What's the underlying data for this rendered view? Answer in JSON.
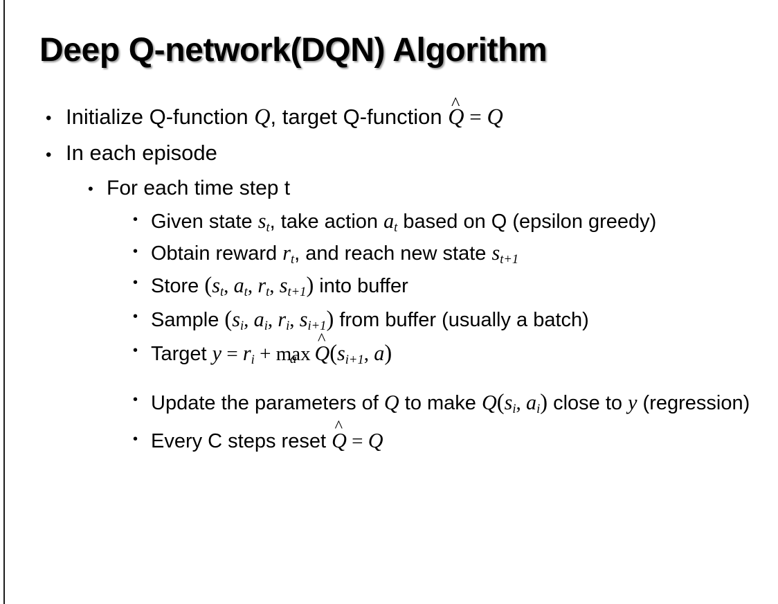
{
  "slide": {
    "title": "Deep Q-network(DQN) Algorithm",
    "background_color": "#ffffff",
    "text_color": "#000000",
    "border_color": "#1a1a1a",
    "bullet_glyph": "•"
  },
  "bullets": {
    "l1_initialize": {
      "pre": "Initialize Q-function ",
      "var_q1": "Q",
      "mid": ", target Q-function ",
      "hat": "^",
      "var_qhat": "Q",
      "equals": " = ",
      "var_q2": "Q"
    },
    "l1_in_each_episode": "In each episode",
    "l2_for_each_time_step": "For each time step t",
    "l3_given_state": {
      "pre": "Given state ",
      "var_s": "s",
      "sub_s": "t",
      "mid": ", take action ",
      "var_a": "a",
      "sub_a": "t",
      "post": " based on Q (epsilon greedy)"
    },
    "l3_obtain_reward": {
      "pre": "Obtain reward ",
      "var_r": "r",
      "sub_r": "t",
      "mid": ", and reach new state ",
      "var_s": "s",
      "sub_s": "t+1"
    },
    "l3_store": {
      "pre": "Store ",
      "open": "(",
      "var_s1": "s",
      "sub_s1": "t",
      "c1": ", ",
      "var_a": "a",
      "sub_a": "t",
      "c2": ", ",
      "var_r": "r",
      "sub_r": "t",
      "c3": ", ",
      "var_s2": "s",
      "sub_s2": "t+1",
      "close": ")",
      "post": " into buffer"
    },
    "l3_sample": {
      "pre": "Sample ",
      "open": "(",
      "var_s1": "s",
      "sub_s1": "i",
      "c1": ", ",
      "var_a": "a",
      "sub_a": "i",
      "c2": ", ",
      "var_r": "r",
      "sub_r": "i",
      "c3": ", ",
      "var_s2": "s",
      "sub_s2": "i+1",
      "close": ")",
      "post": " from buffer (usually a batch)"
    },
    "l3_target": {
      "pre": "Target ",
      "var_y": "y",
      "equals": " = ",
      "var_r": "r",
      "sub_r": "i",
      "plus": " + ",
      "max": "max",
      "max_limit": "a",
      "hat": "^",
      "var_qhat": "Q",
      "open": "(",
      "var_s": "s",
      "sub_s": "i+1",
      "comma": ", ",
      "var_a": "a",
      "close": ")"
    },
    "l3_update": {
      "pre": "Update the parameters of ",
      "var_q1": "Q",
      "mid": " to make ",
      "var_q2": "Q",
      "open": "(",
      "var_s": "s",
      "sub_s": "i",
      "comma": ", ",
      "var_a": "a",
      "sub_a": "i",
      "close": ")",
      "post": " close to ",
      "var_y": "y",
      "tail": " (regression)"
    },
    "l3_every_c": {
      "pre": "Every C steps reset ",
      "hat": "^",
      "var_qhat": "Q",
      "equals": " = ",
      "var_q": "Q"
    }
  }
}
